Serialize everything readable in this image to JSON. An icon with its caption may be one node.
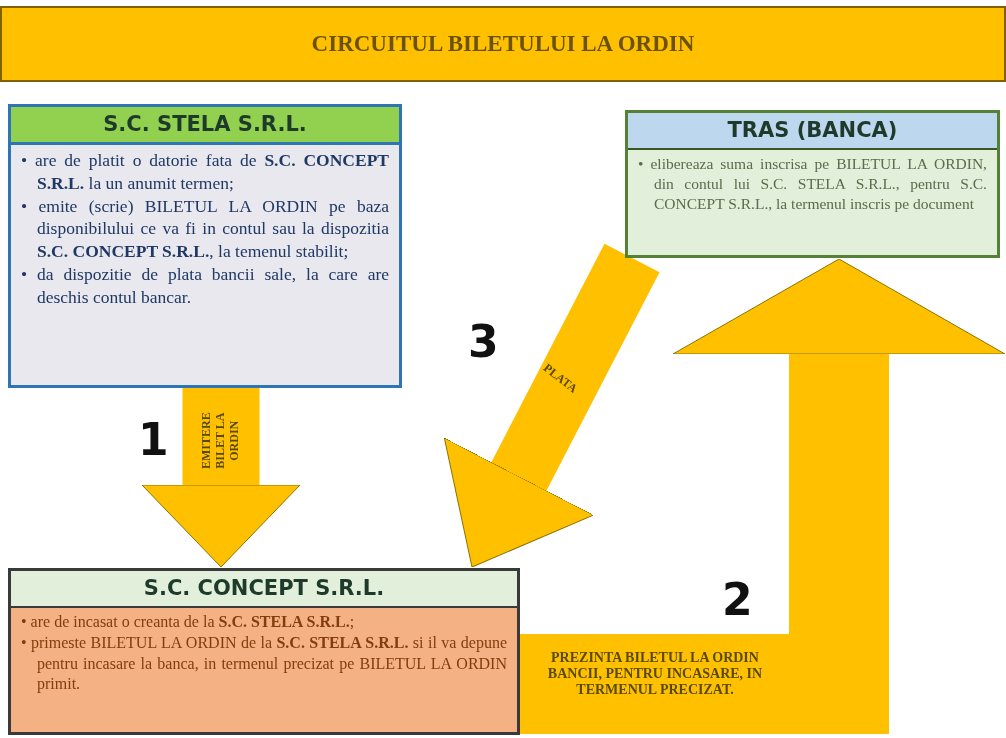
{
  "diagram": {
    "title": "CIRCUITUL BILETULUI LA ORDIN",
    "nodes": [
      {
        "text": [
          "S.C. STELA S.R.L.",
          "• are de platit o datorie fata de **S.C. CONCEPT S.R.L.** la un anumit termen;",
          "• emite (scrie) BILETUL LA ORDIN pe baza disponibilului ce va fi in contul sau la dispozitia **S.C. CONCEPT S.R.L.**, la temenul stabilit;",
          "• da dispozitie de plata bancii sale, la care are deschis contul bancar."
        ]
      },
      {
        "text": [
          "TRAS (BANCA)",
          "• elibereaza suma inscrisa pe BILETUL LA ORDIN, din contul lui S.C. STELA S.R.L., pentru S.C. CONCEPT S.R.L., la termenul inscris pe document"
        ]
      },
      {
        "text": [
          "S.C. CONCEPT S.R.L.",
          "• are de incasat o creanta de la **S.C. STELA S.R.L.**;",
          "• primeste BILETUL LA ORDIN de la **S.C. STELA S.R.L.** si il va depune pentru incasare la banca, in termenul precizat pe BILETUL LA ORDIN primit."
        ]
      }
    ],
    "edges": [
      {
        "from": 0,
        "to": 2,
        "arrow": "to",
        "label": "EMITERE BILET LA ORDIN"
      },
      {
        "from": 2,
        "to": 1,
        "arrow": "to",
        "label": "PREZINTA BILETUL LA ORDIN BANCII, PENTRU INCASARE, IN TERMENUL PRECIZAT."
      },
      {
        "from": 1,
        "to": 2,
        "arrow": "to",
        "label": "PLATA"
      }
    ],
    "labels": [
      "1",
      "3",
      "2"
    ]
  }
}
